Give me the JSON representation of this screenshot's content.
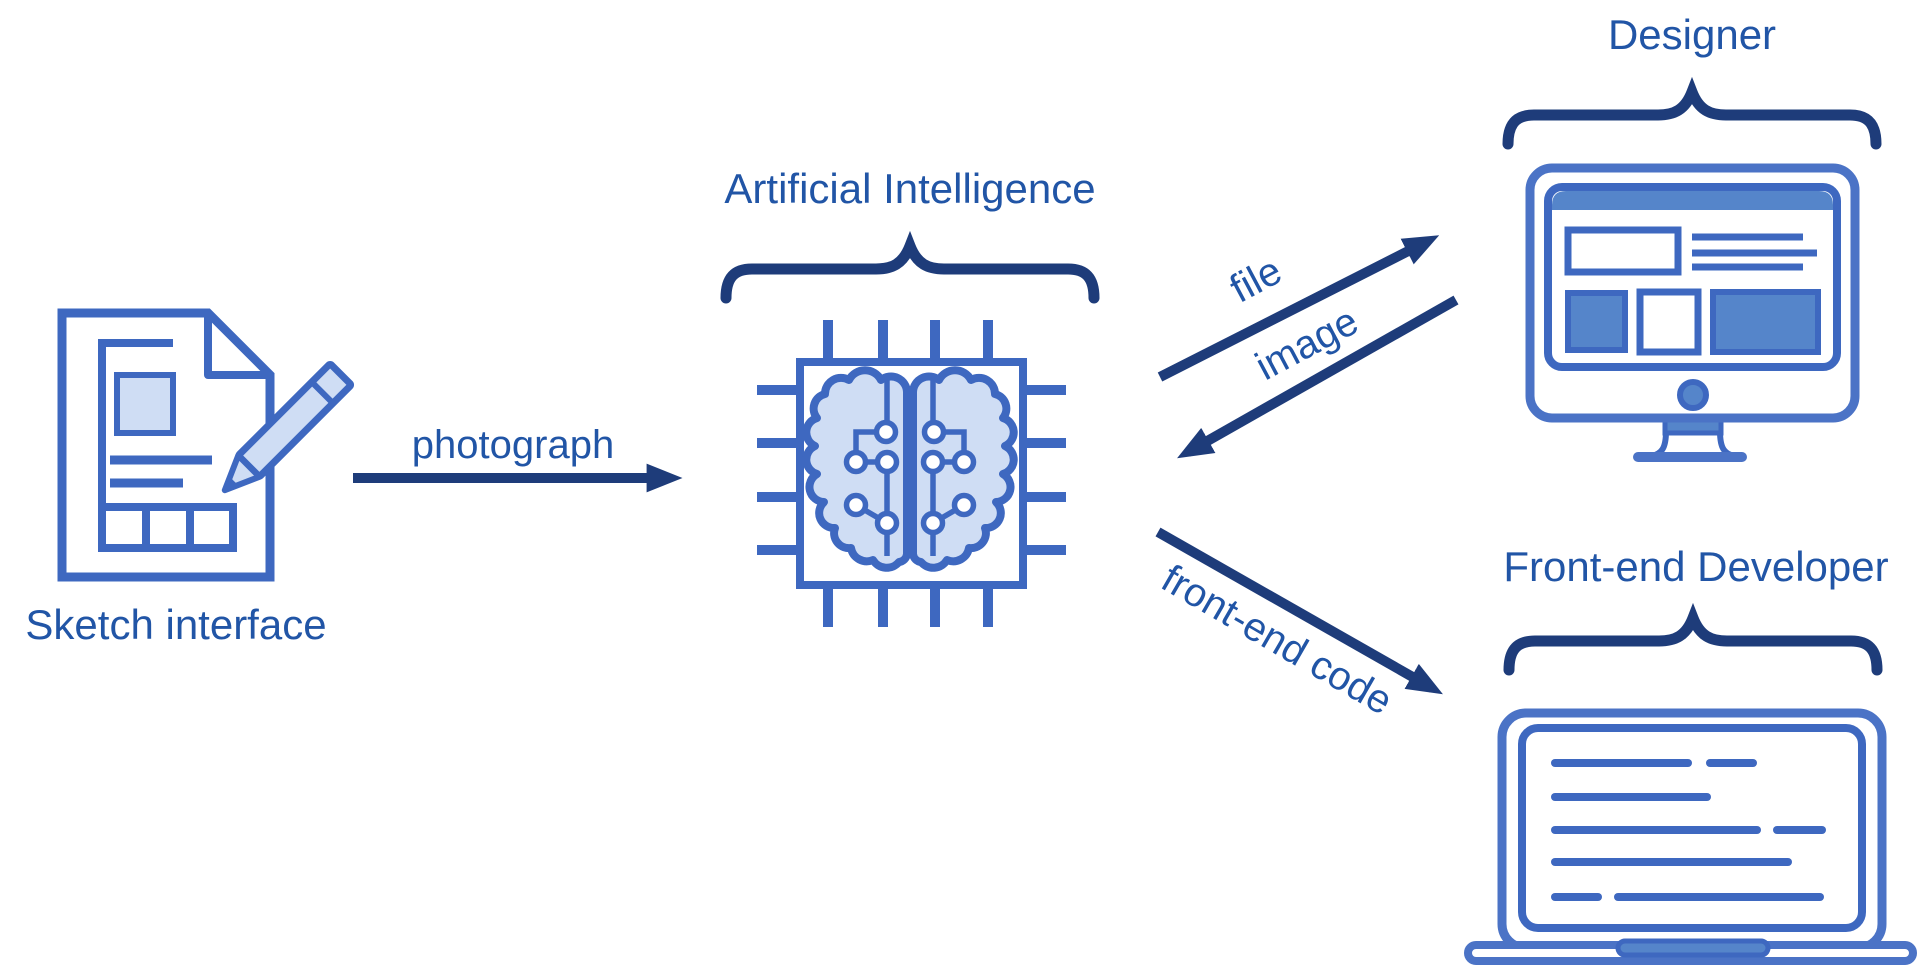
{
  "colors": {
    "background": "#ffffff",
    "navy": "#1e3c7a",
    "royal": "#3e68c0",
    "bezel": "#4b73c6",
    "light_fill": "#cfddf4",
    "mid_fill": "#5585ca",
    "label_blue": "#2155a6"
  },
  "nodes": {
    "sketch": {
      "label": "Sketch interface",
      "icon": "document-with-pencil"
    },
    "ai": {
      "label": "Artificial Intelligence",
      "icon": "brain-on-chip"
    },
    "designer": {
      "label": "Designer",
      "icon": "desktop-monitor-wireframe"
    },
    "frontend": {
      "label": "Front-end Developer",
      "icon": "laptop-with-code"
    }
  },
  "edges": {
    "photograph": {
      "label": "photograph",
      "from": "Sketch interface",
      "to": "Artificial Intelligence"
    },
    "file": {
      "label": "file",
      "from": "Artificial Intelligence",
      "to": "Designer"
    },
    "image": {
      "label": "image",
      "from": "Designer",
      "to": "Artificial Intelligence"
    },
    "frontend_code": {
      "label": "front-end code",
      "from": "Artificial Intelligence",
      "to": "Front-end Developer"
    }
  }
}
